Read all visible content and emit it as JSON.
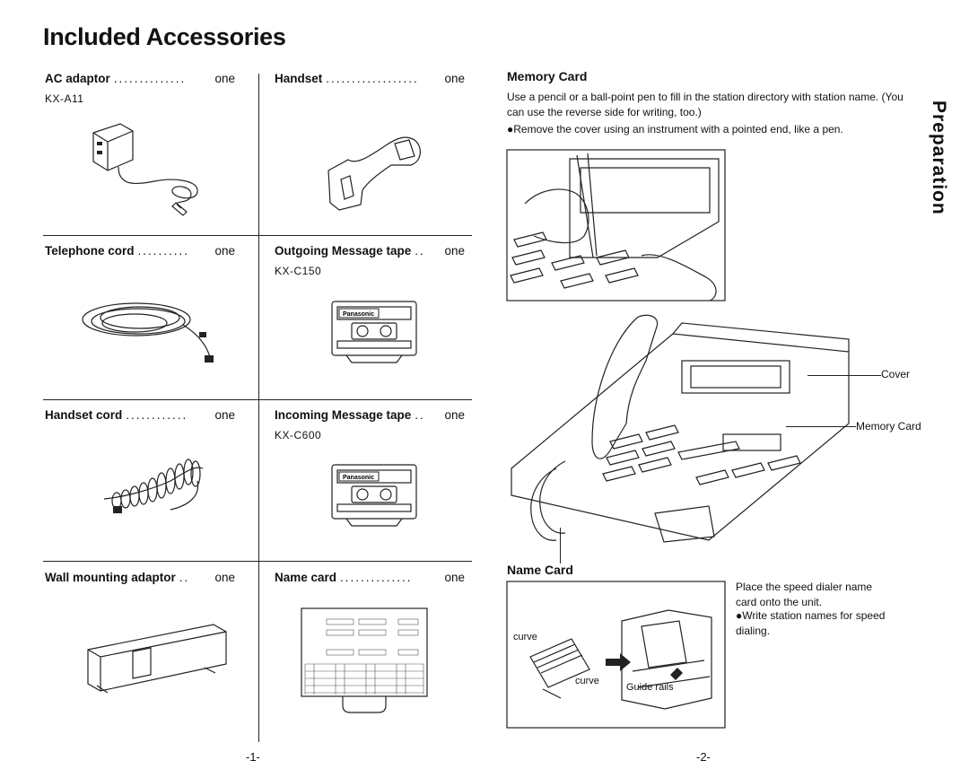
{
  "page_title": "Included Accessories",
  "side_tab": "Preparation",
  "left_page": {
    "items": [
      {
        "name": "AC adaptor",
        "dots": "..............",
        "qty": "one",
        "model": "KX-A11"
      },
      {
        "name": "Handset",
        "dots": "..................",
        "qty": "one",
        "model": ""
      },
      {
        "name": "Telephone cord",
        "dots": "..........",
        "qty": "one",
        "model": ""
      },
      {
        "name": "Outgoing Message tape",
        "dots": "..",
        "qty": "one",
        "model": "KX-C150"
      },
      {
        "name": "Handset cord",
        "dots": "............",
        "qty": "one",
        "model": ""
      },
      {
        "name": "Incoming Message tape",
        "dots": "..",
        "qty": "one",
        "model": "KX-C600"
      },
      {
        "name": "Wall mounting adaptor",
        "dots": "..",
        "qty": "one",
        "model": ""
      },
      {
        "name": "Name card",
        "dots": "..............",
        "qty": "one",
        "model": ""
      }
    ],
    "cassette_brand": "Panasonic",
    "page_number": "-1-"
  },
  "right_page": {
    "memory_card": {
      "heading": "Memory Card",
      "text1": "Use a pencil or a ball-point pen to fill in the station directory with station name. (You can use the reverse side for writing, too.)",
      "text2": "●Remove the cover using an instrument with a pointed end, like a pen.",
      "callout_cover": "Cover",
      "callout_memory": "Memory Card"
    },
    "name_card": {
      "heading": "Name Card",
      "label_curve1": "curve",
      "label_curve2": "curve",
      "label_guide": "Guide rails",
      "text1": "Place the speed dialer name card onto the unit.",
      "text2": "●Write station names for speed dialing."
    },
    "page_number": "-2-"
  }
}
